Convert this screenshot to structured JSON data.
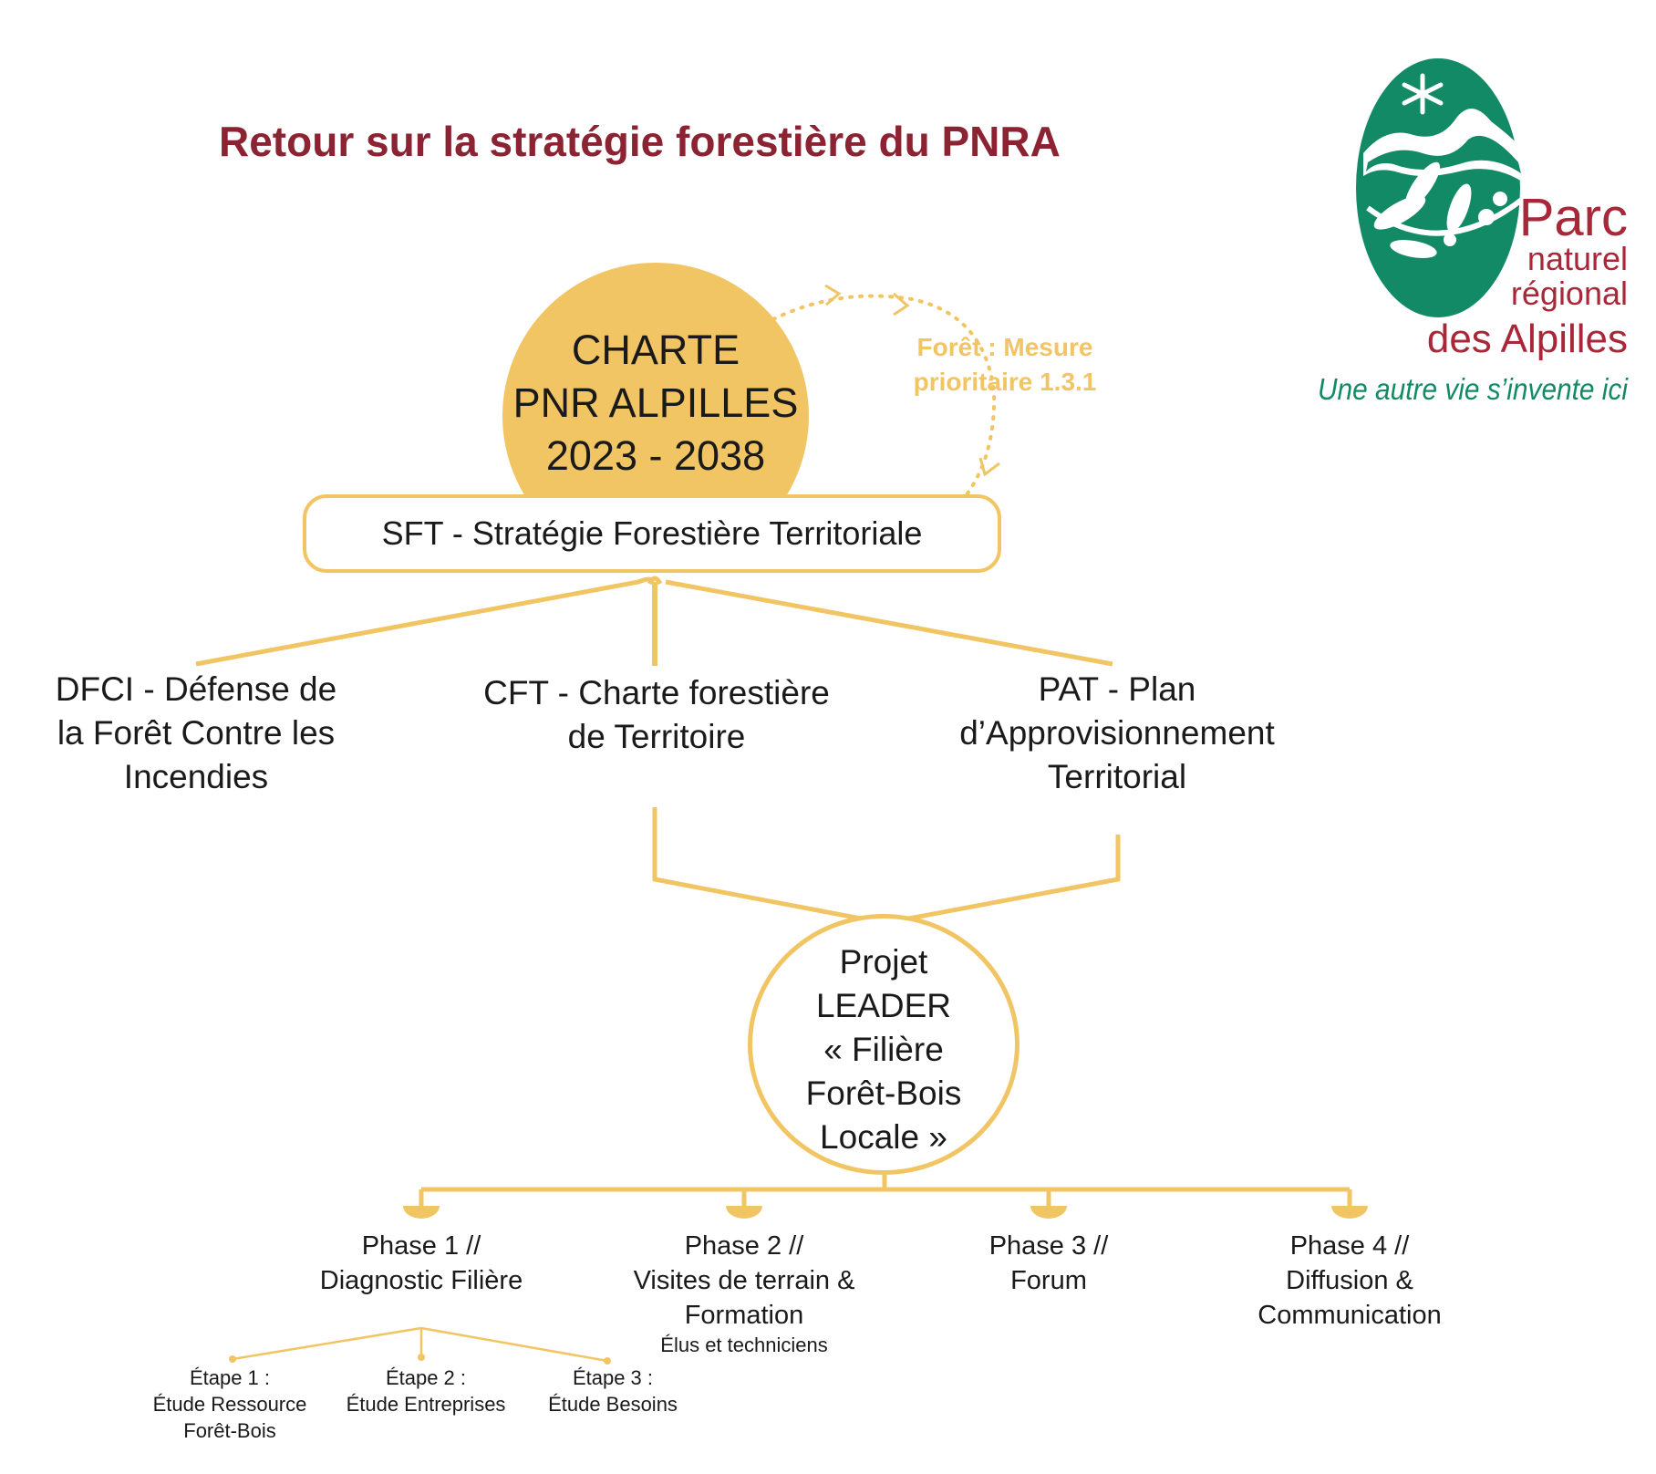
{
  "title": "Retour sur la stratégie forestière du PNRA",
  "charte": {
    "lines": [
      "CHARTE",
      "PNR ALPILLES",
      "2023 - 2038"
    ]
  },
  "mesure": {
    "lines": [
      "Forêt : Mesure",
      "prioritaire 1.3.1"
    ]
  },
  "sft": {
    "label": "SFT - Stratégie Forestière Territoriale"
  },
  "branches": [
    {
      "lines": [
        "DFCI - Défense de",
        "la Forêt Contre les",
        "Incendies"
      ]
    },
    {
      "lines": [
        "CFT - Charte forestière",
        "de Territoire"
      ]
    },
    {
      "lines": [
        "PAT - Plan",
        "d’Approvisionnement",
        "Territorial"
      ]
    }
  ],
  "leader": {
    "lines": [
      "Projet",
      "LEADER",
      "« Filière",
      "Forêt-Bois",
      "Locale »"
    ]
  },
  "phases": [
    {
      "lines": [
        "Phase 1 //",
        "Diagnostic Filière"
      ],
      "sub": ""
    },
    {
      "lines": [
        "Phase 2 //",
        "Visites de terrain &",
        "Formation"
      ],
      "sub": "Élus et techniciens"
    },
    {
      "lines": [
        "Phase 3 //",
        "Forum"
      ],
      "sub": ""
    },
    {
      "lines": [
        "Phase 4 //",
        "Diffusion &",
        "Communication"
      ],
      "sub": ""
    }
  ],
  "etapes": [
    {
      "lines": [
        "Étape 1 :",
        "Étude Ressource",
        "Forêt-Bois"
      ]
    },
    {
      "lines": [
        "Étape 2 :",
        "Étude Entreprises"
      ]
    },
    {
      "lines": [
        "Étape 3 :",
        "Étude Besoins"
      ]
    }
  ],
  "logo": {
    "line1": "Parc",
    "line2": "naturel",
    "line3": "régional",
    "line4": "des Alpilles",
    "slogan": "Une autre vie s’invente ici"
  },
  "colors": {
    "accent": "#f2c564",
    "title": "#8c2333",
    "logo_green": "#138a66",
    "logo_red": "#a8283a"
  }
}
